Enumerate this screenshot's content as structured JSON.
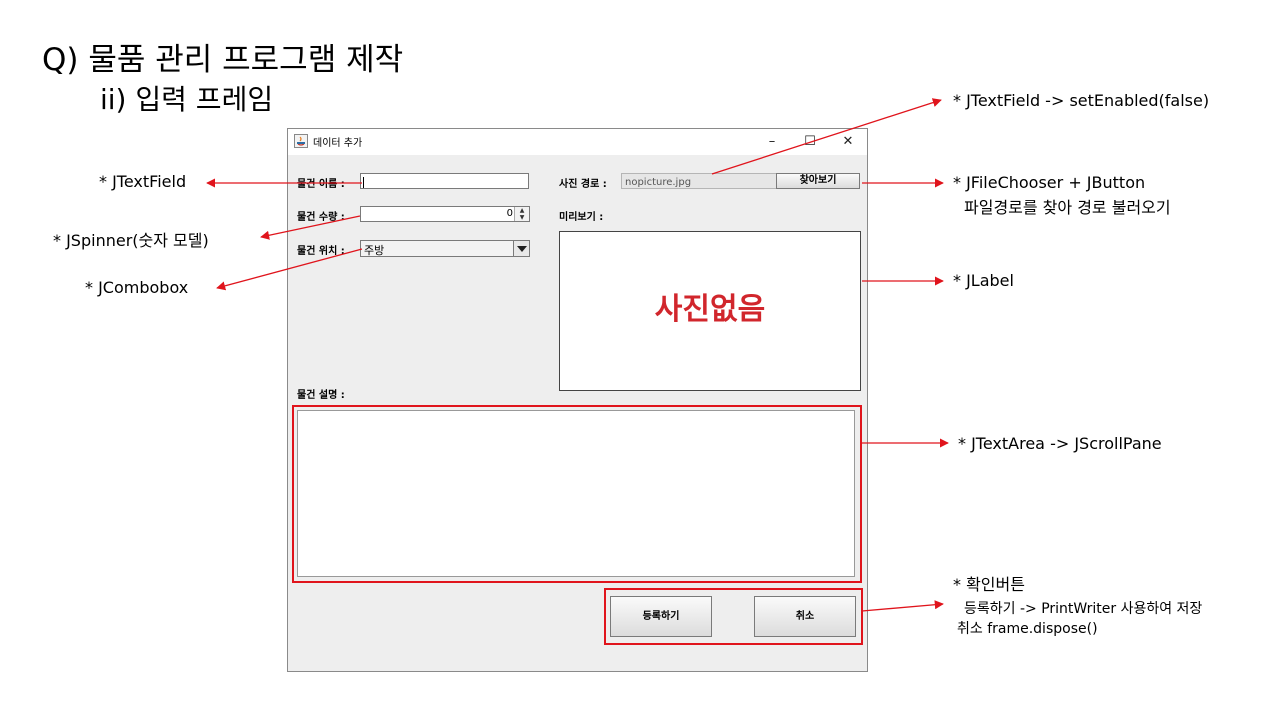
{
  "slide": {
    "title": "Q) 물품 관리 프로그램 제작",
    "subtitle": "ii) 입력 프레임"
  },
  "window": {
    "title": "데이터 추가",
    "controls": {
      "minimize": "–",
      "maximize": "☐",
      "close": "✕"
    }
  },
  "form": {
    "name_label": "물건 이름 :",
    "name_value": "",
    "qty_label": "물건 수량 :",
    "qty_value": "0",
    "location_label": "물건 위치 :",
    "location_value": "주방",
    "path_label": "사진 경로 :",
    "path_value": "nopicture.jpg",
    "browse_button": "찾아보기",
    "preview_label": "미리보기 :",
    "no_picture_text": "사진없음",
    "description_label": "물건 설명 :",
    "description_value": "",
    "register_button": "등록하기",
    "cancel_button": "취소"
  },
  "annotations": {
    "jtextfield": "* JTextField",
    "jspinner": "* JSpinner(숫자 모델)",
    "jcombobox": "* JCombobox",
    "setenabled": "* JTextField -> setEnabled(false)",
    "filechooser": "* JFileChooser + JButton",
    "filechooser_desc": "파일경로를 찾아 경로 불러오기",
    "jlabel": "* JLabel",
    "jtextarea": "* JTextArea -> JScrollPane",
    "confirm": "* 확인버튼",
    "confirm_desc1": "등록하기 -> PrintWriter 사용하여 저장",
    "confirm_desc2": "취소 frame.dispose()"
  },
  "colors": {
    "annotation_red": "#e0141c",
    "no_picture_red": "#d1262c",
    "window_bg": "#eeeeee"
  }
}
